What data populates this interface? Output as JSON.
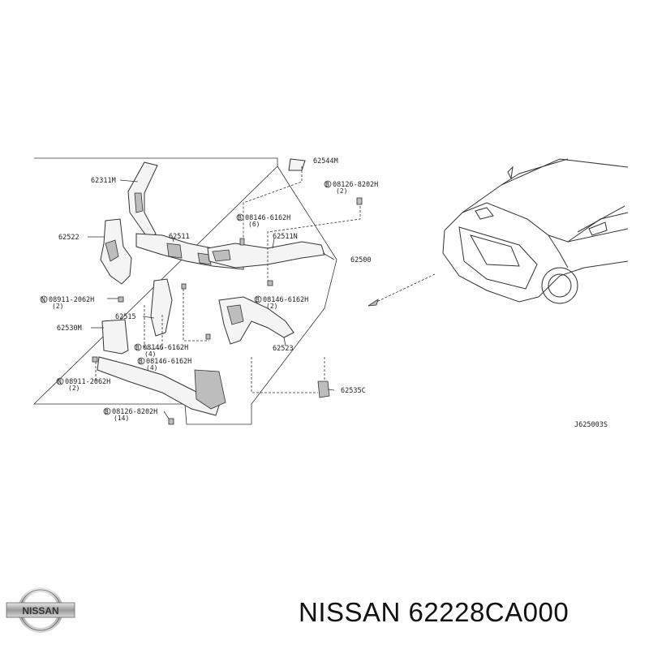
{
  "diagram": {
    "callouts": {
      "p62544M": "62544M",
      "p62311M": "62311M",
      "b08126_8202H_top": "08126-8202H",
      "b08126_8202H_top_qty": "(2)",
      "p62522": "62522",
      "b08146_6162H_a": "08146-6162H",
      "b08146_6162H_a_qty": "(6)",
      "p62511": "62511",
      "p62511N": "62511N",
      "p62500": "62500",
      "n08911_2062H_a": "08911-2062H",
      "n08911_2062H_a_qty": "(2)",
      "b08146_6162H_b": "08146-6162H",
      "b08146_6162H_b_qty": "(2)",
      "p62515": "62515",
      "p62530M": "62530M",
      "b08146_6162H_c": "08146-6162H",
      "b08146_6162H_c_qty": "(4)",
      "b08146_6162H_d": "08146-6162H",
      "b08146_6162H_d_qty": "(4)",
      "p62523": "62523",
      "n08911_2062H_b": "08911-2062H",
      "n08911_2062H_b_qty": "(2)",
      "p62535C": "62535C",
      "b08126_8202H_bottom": "08126-8202H",
      "b08126_8202H_bottom_qty": "(14)"
    },
    "prefix_b": "B",
    "prefix_n": "N",
    "drawing_code": "J625003S"
  },
  "brand": {
    "logo_text": "NISSAN",
    "caption": "NISSAN 62228CA000"
  }
}
